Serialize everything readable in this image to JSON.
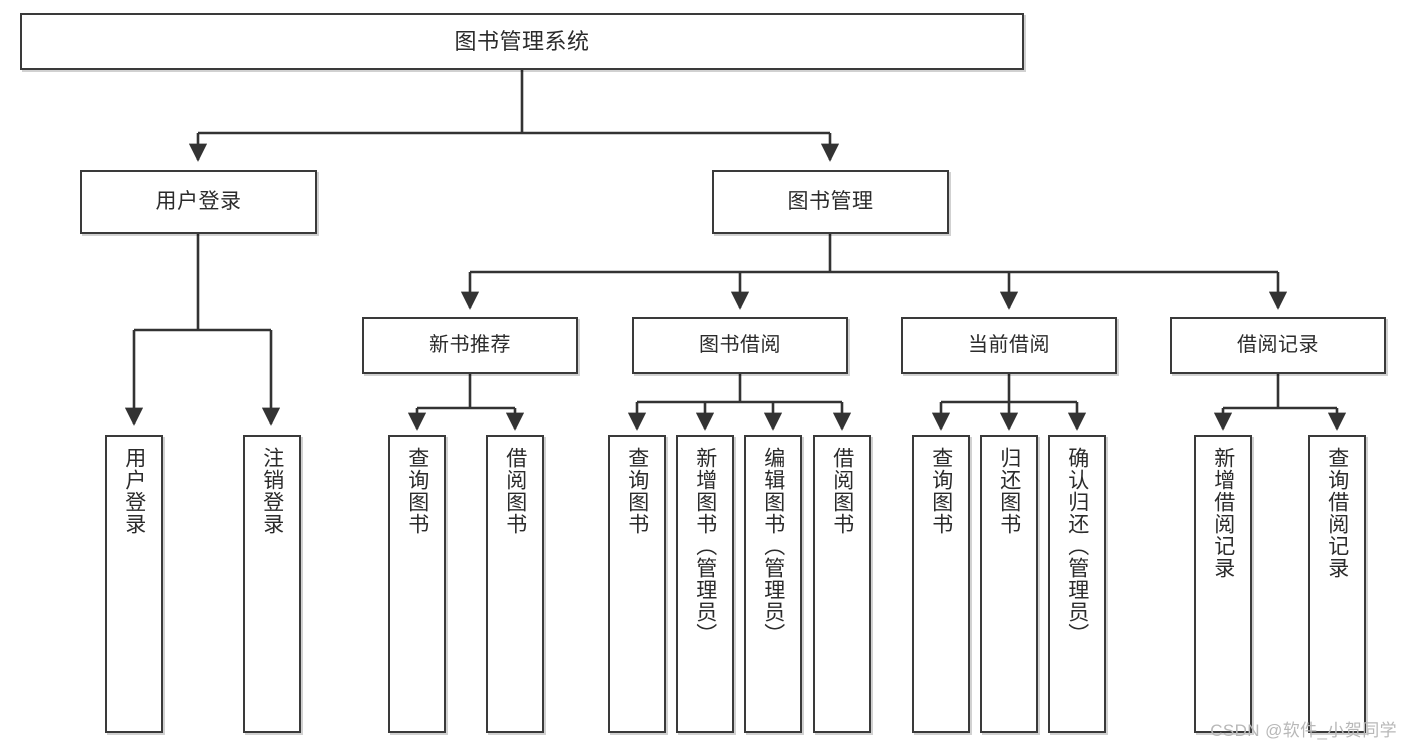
{
  "diagram": {
    "title": "图书管理系统",
    "root": {
      "label": "图书管理系统"
    },
    "level1": [
      {
        "label": "用户登录"
      },
      {
        "label": "图书管理"
      }
    ],
    "level2": [
      {
        "label": "新书推荐"
      },
      {
        "label": "图书借阅"
      },
      {
        "label": "当前借阅"
      },
      {
        "label": "借阅记录"
      }
    ],
    "leaves": {
      "user_login": [
        {
          "label": "用户登录"
        },
        {
          "label": "注销登录"
        }
      ],
      "new_book_recommend": [
        {
          "label": "查询图书"
        },
        {
          "label": "借阅图书"
        }
      ],
      "book_borrow": [
        {
          "label": "查询图书"
        },
        {
          "label": "新增图书（管理员）"
        },
        {
          "label": "编辑图书（管理员）"
        },
        {
          "label": "借阅图书"
        }
      ],
      "current_borrow": [
        {
          "label": "查询图书"
        },
        {
          "label": "归还图书"
        },
        {
          "label": "确认归还（管理员）"
        }
      ],
      "borrow_record": [
        {
          "label": "新增借阅记录"
        },
        {
          "label": "查询借阅记录"
        }
      ]
    }
  },
  "watermark": {
    "text": "CSDN @软件_小贺同学"
  },
  "colors": {
    "border": "#3a3a3a",
    "text": "#2b2b2b",
    "background": "#ffffff",
    "connector": "#333333",
    "watermark": "#b8b8b8"
  }
}
